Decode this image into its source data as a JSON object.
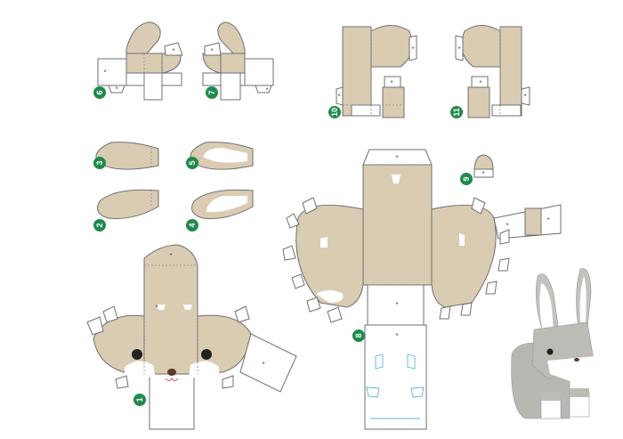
{
  "parts": [
    {
      "id": "part-6",
      "number": "6"
    },
    {
      "id": "part-7",
      "number": "7"
    },
    {
      "id": "part-10",
      "number": "10"
    },
    {
      "id": "part-11",
      "number": "11"
    },
    {
      "id": "part-3",
      "number": "3"
    },
    {
      "id": "part-5",
      "number": "5"
    },
    {
      "id": "part-2",
      "number": "2"
    },
    {
      "id": "part-4",
      "number": "4"
    },
    {
      "id": "part-9",
      "number": "9"
    },
    {
      "id": "part-8",
      "number": "8"
    },
    {
      "id": "part-1",
      "number": "1"
    }
  ],
  "glue_mark": "*",
  "colors": {
    "paper_tan": "#d9ccb3",
    "label_green": "#1f8a4c",
    "outline": "#6f6f6f",
    "fold_blue": "#5ab4e0",
    "model_gray": "#b9b7b1"
  }
}
